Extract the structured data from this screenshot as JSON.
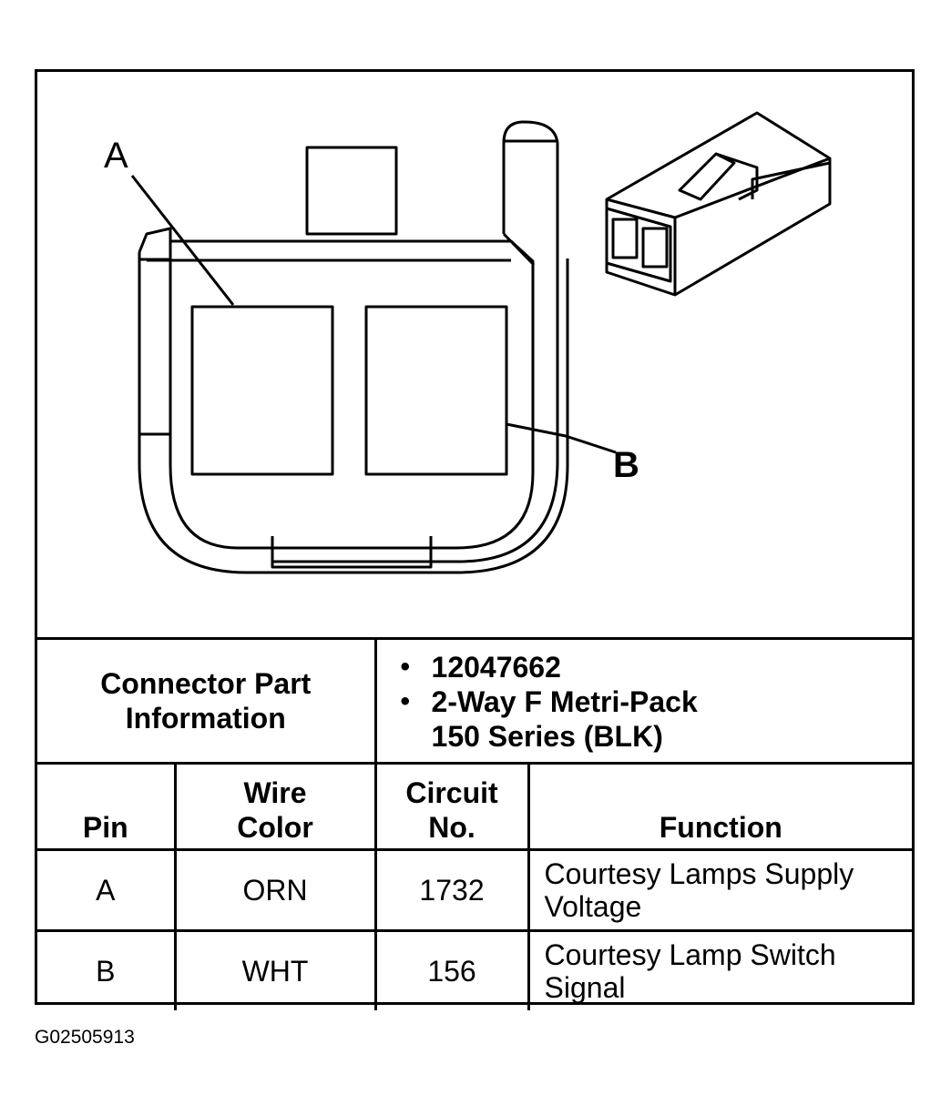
{
  "diagram": {
    "callouts": {
      "a": "A",
      "b": "B"
    }
  },
  "connector_info": {
    "label_line1": "Connector Part",
    "label_line2": "Information",
    "part_number": "12047662",
    "description_line1": "2-Way F Metri-Pack",
    "description_line2": "150 Series (BLK)"
  },
  "table": {
    "headers": {
      "pin": "Pin",
      "wire_color_line1": "Wire",
      "wire_color_line2": "Color",
      "circuit_line1": "Circuit",
      "circuit_line2": "No.",
      "function": "Function"
    },
    "rows": [
      {
        "pin": "A",
        "wire_color": "ORN",
        "circuit": "1732",
        "function_line1": "Courtesy Lamps Supply",
        "function_line2": "Voltage"
      },
      {
        "pin": "B",
        "wire_color": "WHT",
        "circuit": "156",
        "function_line1": "Courtesy Lamp Switch",
        "function_line2": "Signal"
      }
    ]
  },
  "figure_id": "G02505913"
}
